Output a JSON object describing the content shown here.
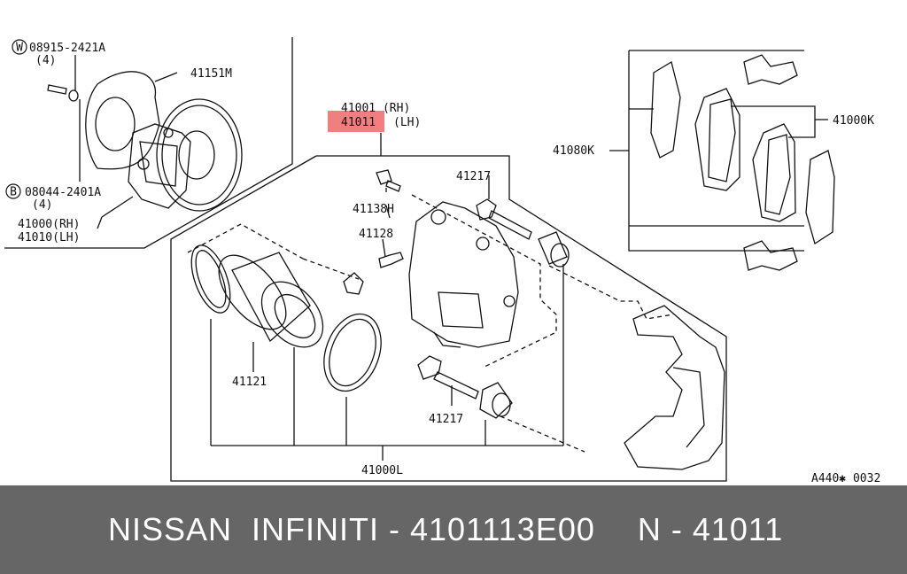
{
  "labels": {
    "washer_code": "08915-2421A",
    "washer_qty": "(4)",
    "washer_symbol": "W",
    "bolt_code": "08044-2401A",
    "bolt_qty": "(4)",
    "bolt_symbol": "B",
    "baffle": "41151M",
    "caliper_rh": "41000(RH)",
    "caliper_lh": "41010(LH)",
    "main_rh": "41001 (RH)",
    "main_lh_code": "41011",
    "main_lh_side": "(LH)",
    "pin_bolt_top": "41217",
    "pin_bolt_bottom": "41217",
    "bleeder_bolt": "41138H",
    "bleeder": "41128",
    "piston": "41121",
    "assembly": "41000L",
    "pad_kit": "41000K",
    "pad_set": "41080K",
    "figure_ref": "A440✱ 0032"
  },
  "highlight_color": "#f08080",
  "caption": {
    "brand": "NISSAN  INFINITI - 4101113E00",
    "code": "N - 41011"
  }
}
